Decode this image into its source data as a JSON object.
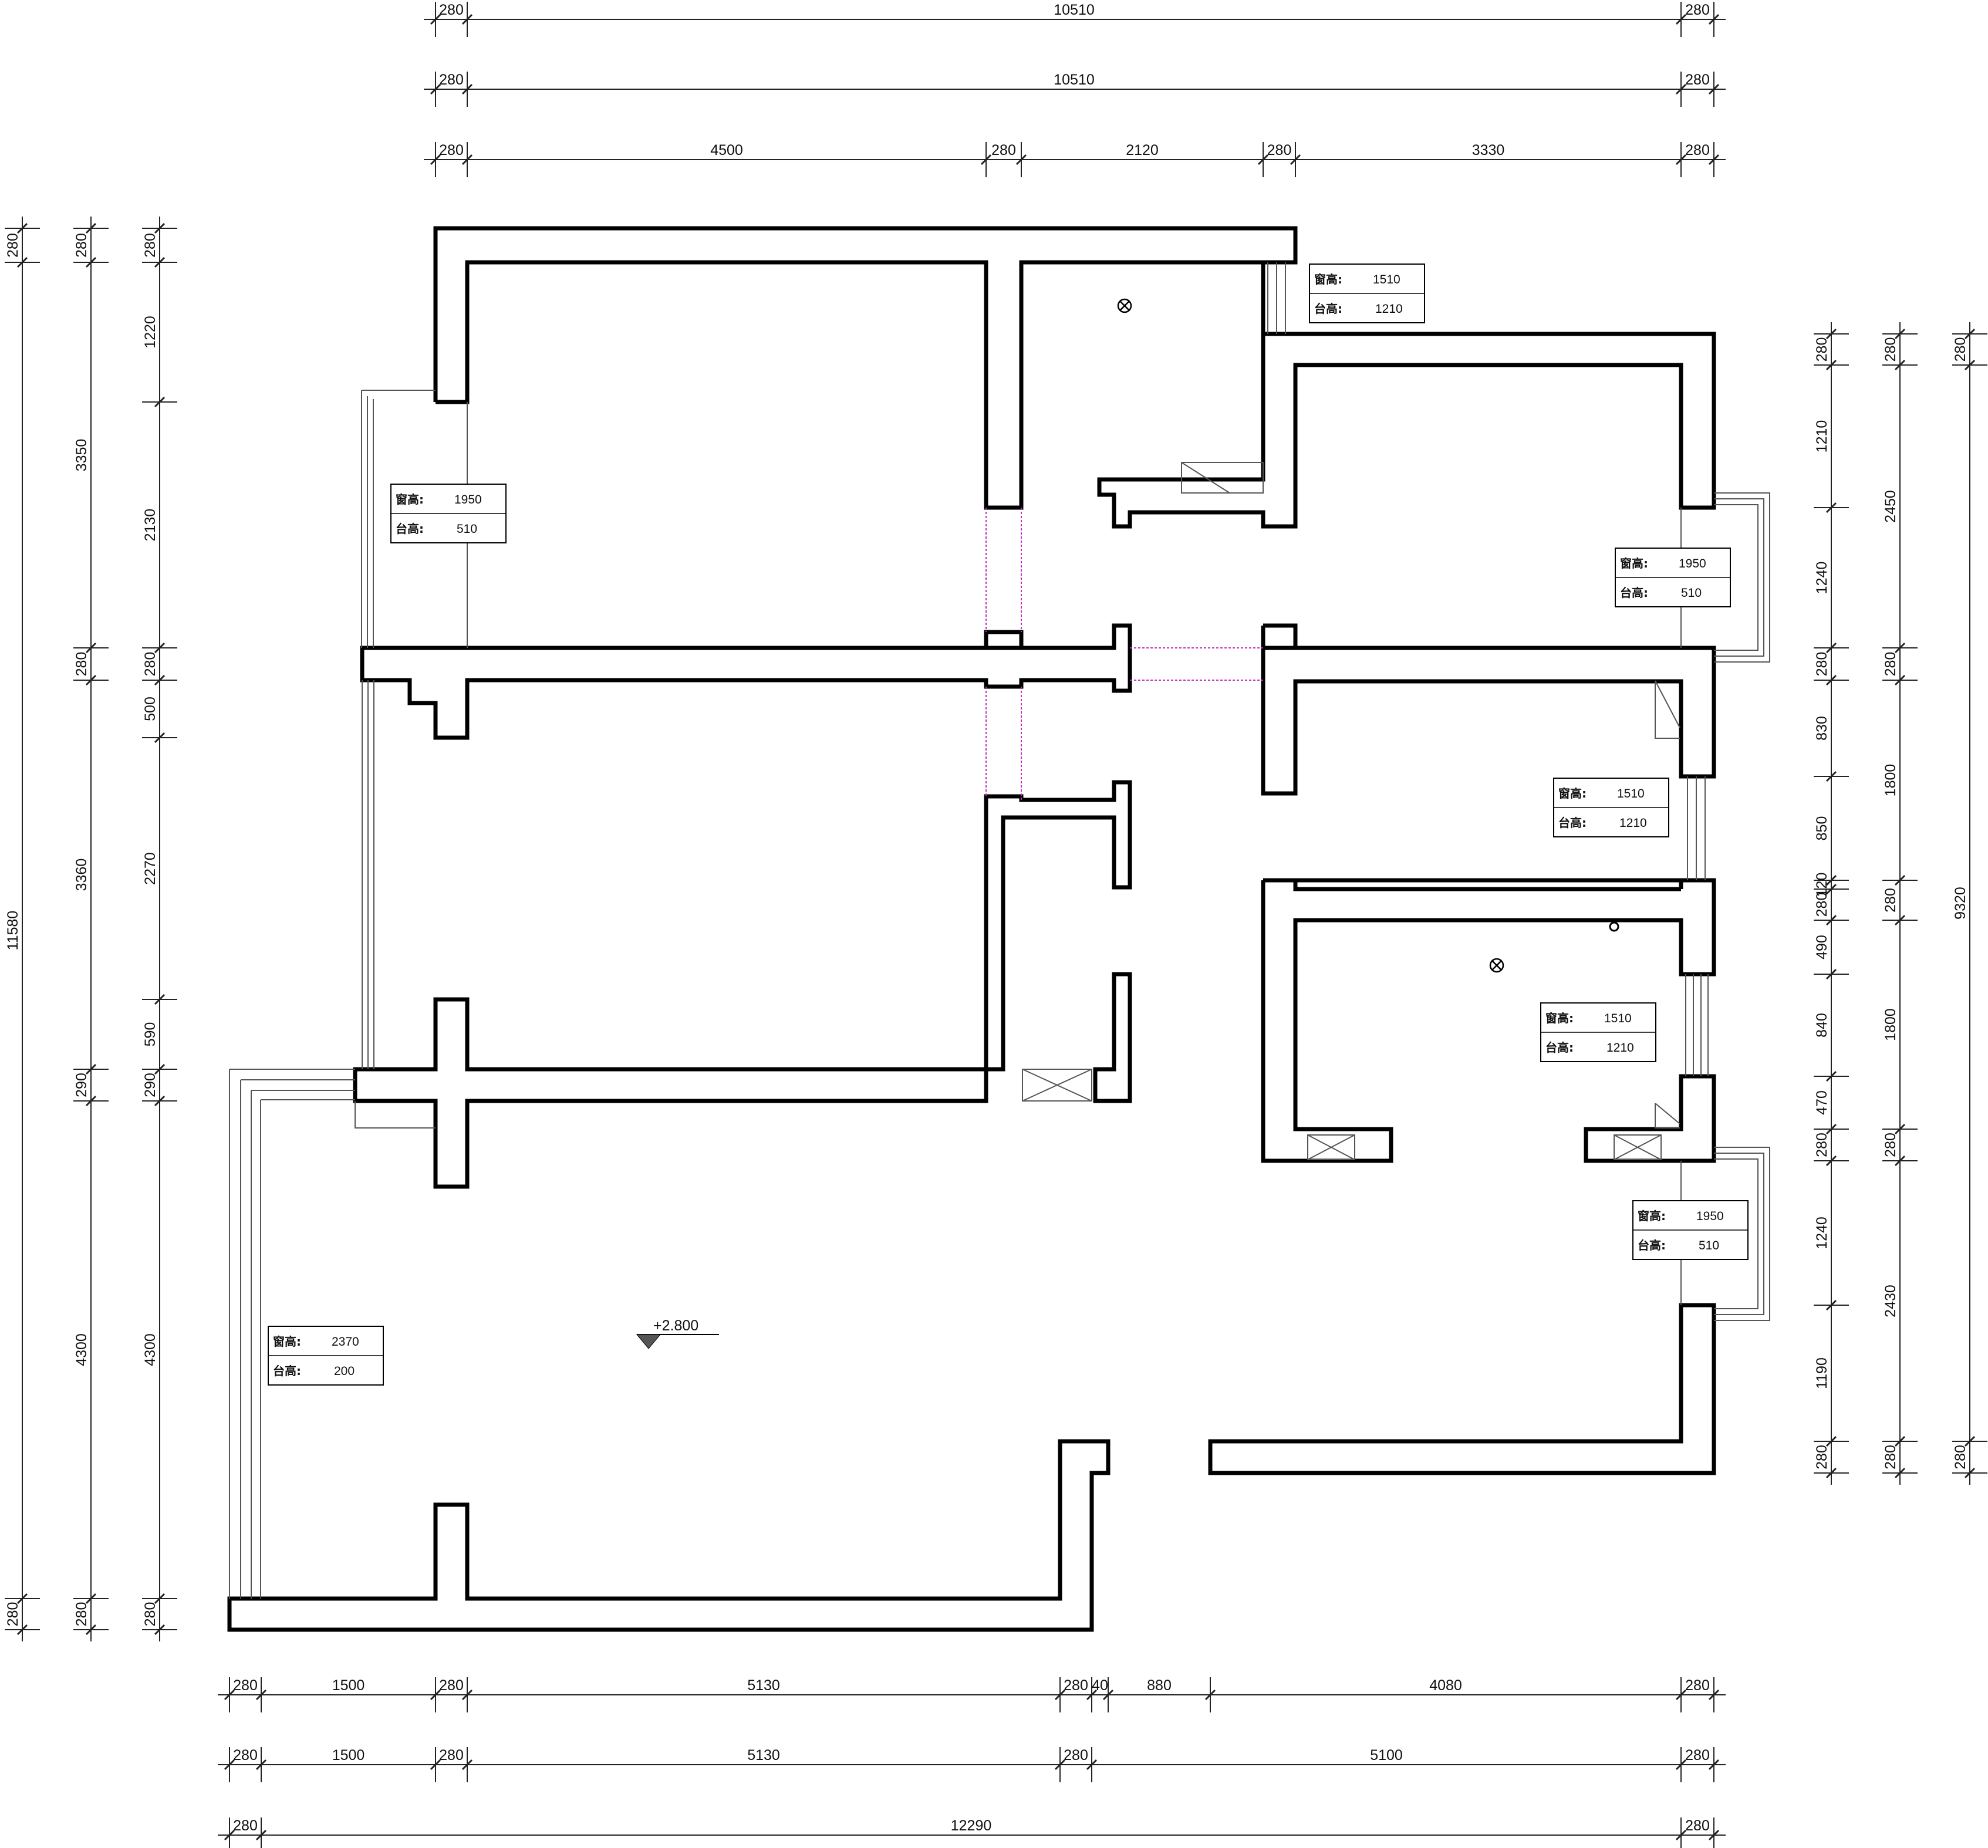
{
  "dims": {
    "top1": [
      "280",
      "10510",
      "280"
    ],
    "top2": [
      "280",
      "10510",
      "280"
    ],
    "top3": [
      "280",
      "4500",
      "280",
      "2120",
      "280",
      "3330",
      "280"
    ],
    "bot1": [
      "280",
      "1500",
      "280",
      "5130",
      "280",
      "40",
      "880",
      "4080",
      "280"
    ],
    "bot2": [
      "280",
      "1500",
      "280",
      "5130",
      "280",
      "5100",
      "280"
    ],
    "bot3": [
      "280",
      "12290",
      "280"
    ],
    "left_outer": [
      "280",
      "11580",
      "280"
    ],
    "left_mid": [
      "280",
      "3350",
      "280",
      "3360",
      "290",
      "4300",
      "280"
    ],
    "left_inner": [
      "280",
      "1220",
      "2130",
      "280",
      "500",
      "2270",
      "590",
      "290",
      "4300",
      "280"
    ],
    "right_inner": [
      "280",
      "1210",
      "1240",
      "280",
      "830",
      "850",
      "120",
      "280",
      "490",
      "840",
      "470",
      "280",
      "1240",
      "1190",
      "280"
    ],
    "right_mid": [
      "280",
      "2450",
      "280",
      "1800",
      "280",
      "1800",
      "280",
      "2430",
      "280"
    ],
    "right_outer": [
      "280",
      "9320",
      "280"
    ]
  },
  "labels": {
    "window_height": "窗高:",
    "sill_height": "台高:"
  },
  "window_boxes": [
    {
      "h": "1510",
      "s": "1210"
    },
    {
      "h": "1950",
      "s": "510"
    },
    {
      "h": "1950",
      "s": "510"
    },
    {
      "h": "1510",
      "s": "1210"
    },
    {
      "h": "1510",
      "s": "1210"
    },
    {
      "h": "1950",
      "s": "510"
    },
    {
      "h": "2370",
      "s": "200"
    }
  ],
  "elevation": "+2.800"
}
